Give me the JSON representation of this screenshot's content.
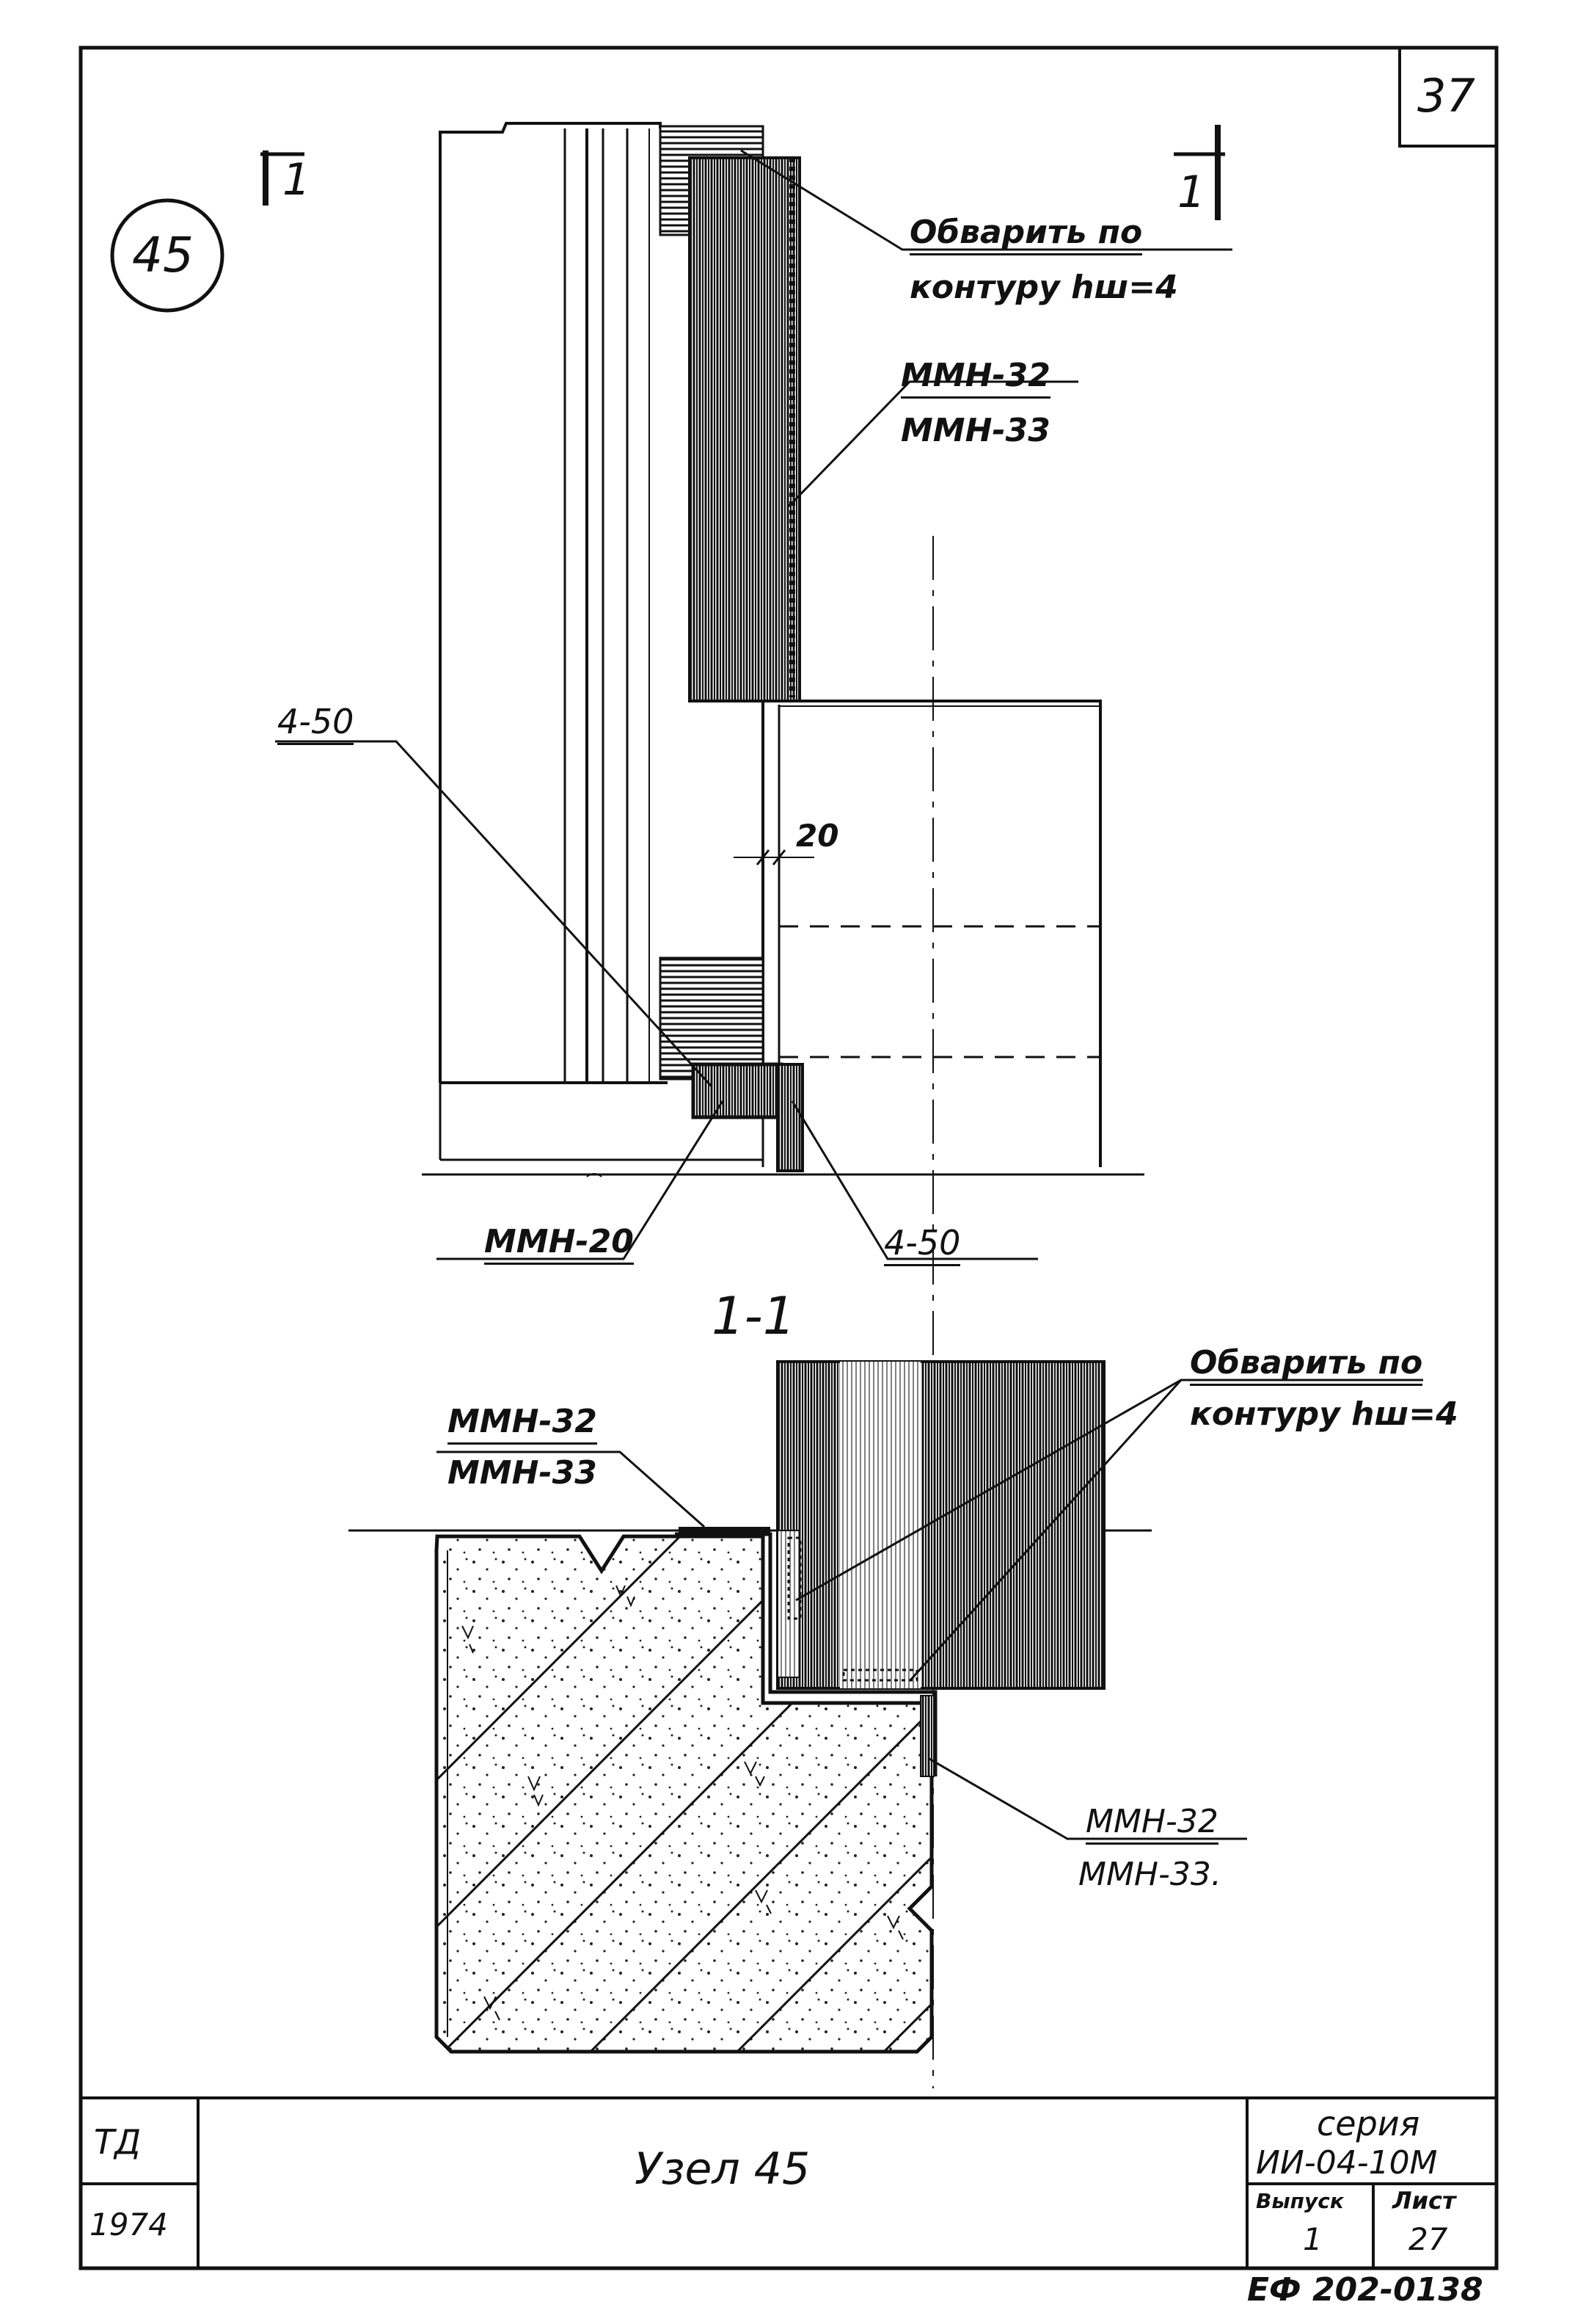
{
  "sheet": {
    "page_number": "37",
    "node_marker": "45"
  },
  "section_marks": {
    "left": "1",
    "right": "1",
    "section_title": "1-1"
  },
  "callouts": {
    "weld_top": {
      "line1": "Обварить по",
      "line2": "контуру hш=4"
    },
    "plate_top": {
      "line1": "ММН-32",
      "line2": "ММН-33"
    },
    "dim_20": "20",
    "weld_label_left": "4-50",
    "weld_label_right": "4-50",
    "mmn20": "ММН-20",
    "plate_section": {
      "line1": "ММН-32",
      "line2": "ММН-33"
    },
    "weld_section": {
      "line1": "Обварить по",
      "line2": "контуру hш=4"
    },
    "plate_bottom": {
      "line1": "ММН-32",
      "line2": "ММН-33."
    }
  },
  "title_block": {
    "org": "ТД",
    "year": "1974",
    "title": "Узел 45",
    "series_label": "серия",
    "series_value": "ИИ-04-10М",
    "issue_label": "Выпуск",
    "issue_value": "1",
    "sheet_label": "Лист",
    "sheet_value": "27",
    "stamp": "ЕФ 202-0138"
  }
}
